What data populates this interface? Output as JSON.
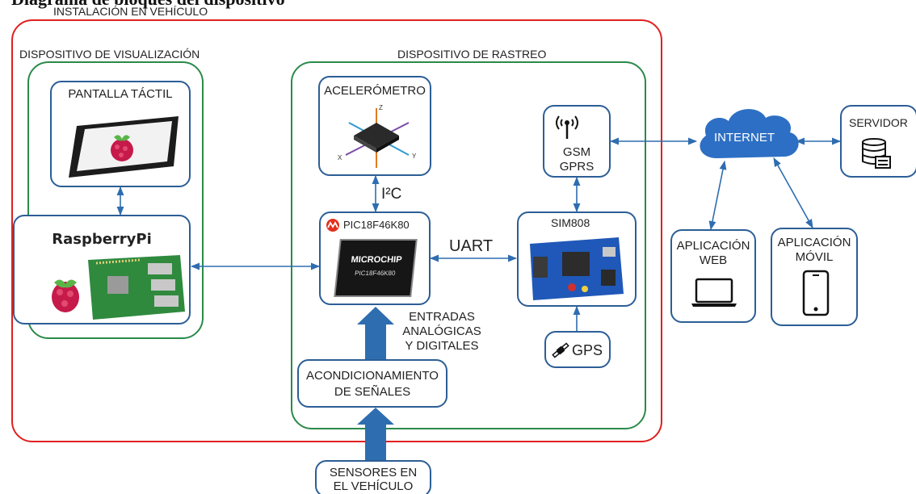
{
  "figure_title": "Diagrama de bloques del dispositivo",
  "groups": {
    "vehicle": "INSTALACIÓN EN VEHÍCULO",
    "display": "DISPOSITIVO DE VISUALIZACIÓN",
    "tracker": "DISPOSITIVO DE RASTREO"
  },
  "blocks": {
    "touchscreen": "PANTALLA TÁCTIL",
    "raspberry": "RaspberryPi",
    "accelerometer": "ACELERÓMETRO",
    "pic": "PIC18F46K80",
    "pic_chip_brand": "MICROCHIP",
    "pic_chip_part": "PIC18F46K80",
    "gsm_line1": "GSM",
    "gsm_line2": "GPRS",
    "sim808": "SIM808",
    "gps": "GPS",
    "conditioning_line1": "ACONDICIONAMIENTO",
    "conditioning_line2": "DE SEÑALES",
    "sensors_line1": "SENSORES EN",
    "sensors_line2": "EL VEHÍCULO",
    "internet": "INTERNET",
    "server": "SERVIDOR",
    "web_app_line1": "APLICACIÓN",
    "web_app_line2": "WEB",
    "mobile_app_line1": "APLICACIÓN",
    "mobile_app_line2": "MÓVIL"
  },
  "links": {
    "i2c": "I²C",
    "uart": "UART",
    "inputs_line1": "ENTRADAS",
    "inputs_line2": "ANALÓGICAS",
    "inputs_line3": "Y DIGITALES"
  },
  "axes": {
    "x": "X",
    "y": "Y",
    "z": "Z"
  },
  "colors": {
    "vehicle_border": "#e02020",
    "device_border": "#2a8a4a",
    "block_border": "#2c5e96",
    "arrow": "#2e6db0",
    "cloud": "#2d6fc4"
  },
  "icons": [
    "raspberry-logo-icon",
    "antenna-icon",
    "satellite-icon",
    "database-icon",
    "laptop-icon",
    "smartphone-icon",
    "microchip-logo-icon"
  ]
}
